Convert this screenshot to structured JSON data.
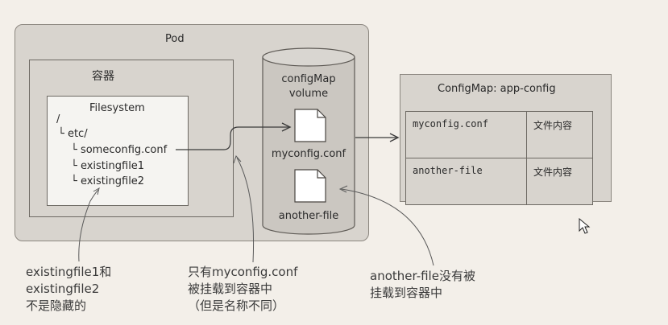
{
  "pod": {
    "title": "Pod"
  },
  "container": {
    "title": "容器",
    "filesystem": {
      "title": "Filesystem",
      "root": "/",
      "etc": "└ etc/",
      "files": [
        "└ someconfig.conf",
        "└ existingfile1",
        "└ existingfile2"
      ]
    }
  },
  "volume": {
    "title_line1": "configMap",
    "title_line2": "volume",
    "file1": "myconfig.conf",
    "file2": "another-file"
  },
  "configmap": {
    "title": "ConfigMap: app-config",
    "rows": [
      {
        "key": "myconfig.conf",
        "value": "文件内容"
      },
      {
        "key": "another-file",
        "value": "文件内容"
      }
    ]
  },
  "notes": {
    "left": [
      "existingfile1和",
      "existingfile2",
      "不是隐藏的"
    ],
    "middle": [
      "只有myconfig.conf",
      "被挂载到容器中",
      "（但是名称不同）"
    ],
    "right": [
      "another-file没有被",
      "挂载到容器中"
    ]
  }
}
